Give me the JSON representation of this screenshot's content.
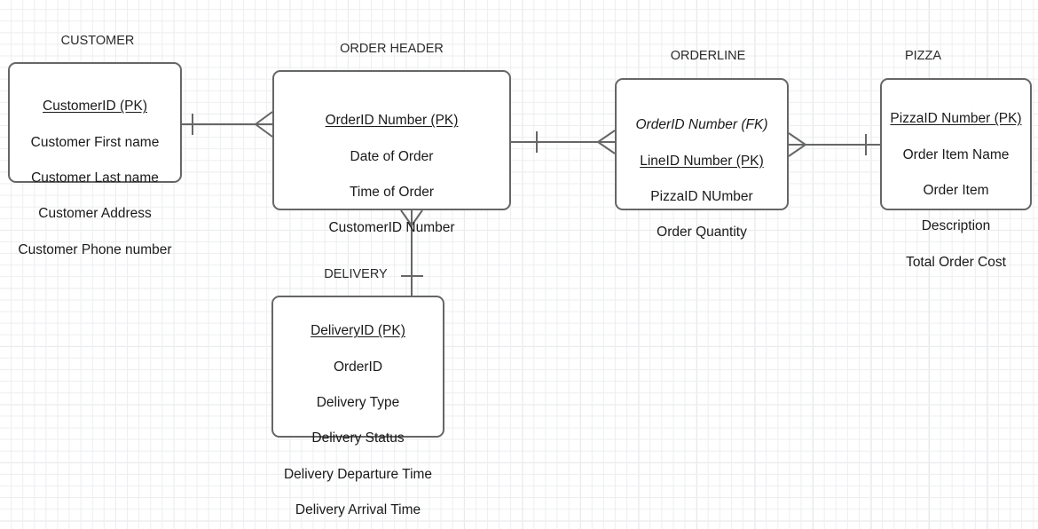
{
  "diagram": {
    "title": "Pizza Order ER Diagram",
    "notation": "crows-foot",
    "background": "#ffffff",
    "line_color": "#666666",
    "text_color": "#1a1a1a"
  },
  "entities": [
    {
      "key": "customer",
      "label": "CUSTOMER",
      "attributes": [
        {
          "text": "CustomerID (PK)",
          "role": "pk"
        },
        {
          "text": "Customer First name",
          "role": "plain"
        },
        {
          "text": "Customer Last name",
          "role": "plain"
        },
        {
          "text": "Customer Address",
          "role": "plain"
        },
        {
          "text": "Customer Phone number",
          "role": "plain"
        }
      ]
    },
    {
      "key": "orderheader",
      "label": "ORDER HEADER",
      "attributes": [
        {
          "text": "OrderID Number (PK)",
          "role": "pk"
        },
        {
          "text": "Date of Order",
          "role": "plain"
        },
        {
          "text": "Time of Order",
          "role": "plain"
        },
        {
          "text": "CustomerID Number",
          "role": "plain"
        }
      ]
    },
    {
      "key": "orderline",
      "label": "ORDERLINE",
      "attributes": [
        {
          "text": "OrderID Number (FK)",
          "role": "fk"
        },
        {
          "text": "LineID Number (PK)",
          "role": "pk"
        },
        {
          "text": "PizzaID NUmber",
          "role": "plain"
        },
        {
          "text": "Order Quantity",
          "role": "plain"
        }
      ]
    },
    {
      "key": "pizza",
      "label": "PIZZA",
      "attributes": [
        {
          "text": "PizzaID Number (PK)",
          "role": "pk"
        },
        {
          "text": "Order Item Name",
          "role": "plain"
        },
        {
          "text": "Order Item",
          "role": "plain"
        },
        {
          "text": "Description",
          "role": "plain"
        },
        {
          "text": "Total Order Cost",
          "role": "plain"
        }
      ]
    },
    {
      "key": "delivery",
      "label": "DELIVERY",
      "attributes": [
        {
          "text": "DeliveryID (PK)",
          "role": "pk"
        },
        {
          "text": "OrderID",
          "role": "plain"
        },
        {
          "text": "Delivery Type",
          "role": "plain"
        },
        {
          "text": "Delivery Status",
          "role": "plain"
        },
        {
          "text": "Delivery Departure Time",
          "role": "plain"
        },
        {
          "text": "Delivery Arrival Time",
          "role": "plain"
        }
      ]
    }
  ],
  "relationships": [
    {
      "key": "customer-orderheader",
      "from": "CUSTOMER",
      "to": "ORDER HEADER",
      "from_cardinality": "one",
      "to_cardinality": "many",
      "orientation": "horizontal"
    },
    {
      "key": "orderheader-orderline",
      "from": "ORDER HEADER",
      "to": "ORDERLINE",
      "from_cardinality": "one",
      "to_cardinality": "many",
      "orientation": "horizontal"
    },
    {
      "key": "orderline-pizza",
      "from": "ORDERLINE",
      "to": "PIZZA",
      "from_cardinality": "many",
      "to_cardinality": "one",
      "orientation": "horizontal"
    },
    {
      "key": "orderheader-delivery",
      "from": "ORDER HEADER",
      "to": "DELIVERY",
      "from_cardinality": "many",
      "to_cardinality": "one",
      "orientation": "vertical"
    }
  ]
}
